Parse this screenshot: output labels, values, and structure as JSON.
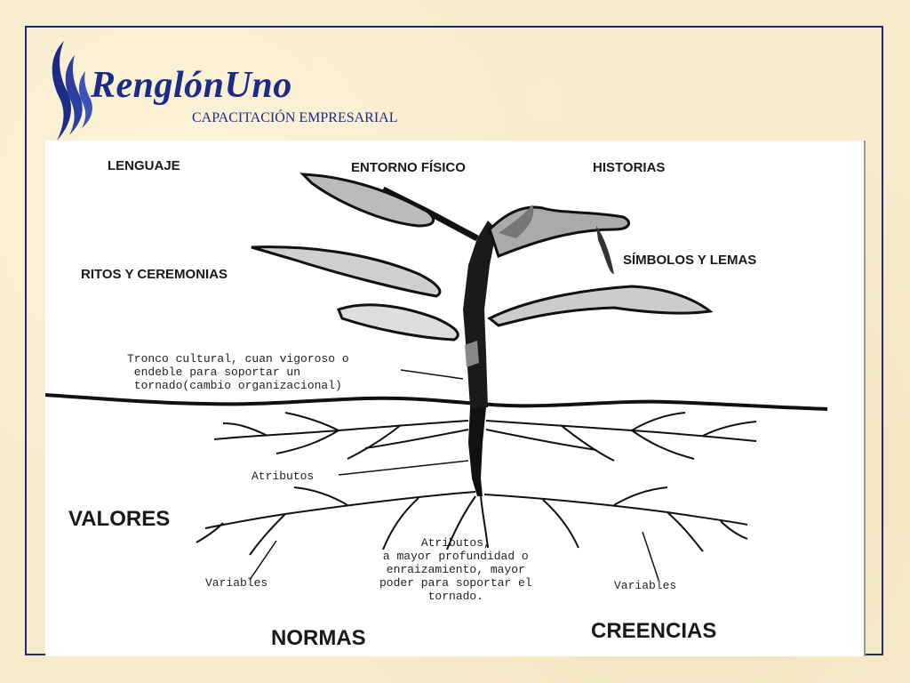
{
  "brand": {
    "name": "RenglónUno",
    "tagline": "CAPACITACIÓN EMPRESARIAL",
    "color": "#1c2b86"
  },
  "diagram": {
    "labels": {
      "lenguaje": "LENGUAJE",
      "entorno": "ENTORNO FÍSICO",
      "historias": "HISTORIAS",
      "ritos": "RITOS Y CEREMONIAS",
      "simbolos": "SÍMBOLOS   Y    LEMAS",
      "valores": "VALORES",
      "normas": "NORMAS",
      "creencias": "CREENCIAS"
    },
    "annotations": {
      "tronco": "Tronco cultural, cuan vigoroso o\n endeble para soportar un\n tornado(cambio organizacional)",
      "atributos_top": "Atributos",
      "atributos_bottom": "Atributos,\na mayor profundidad o\nenraizamiento, mayor\npoder para soportar el\ntornado.",
      "variables_left": "Variables",
      "variables_right": "Variables"
    }
  }
}
